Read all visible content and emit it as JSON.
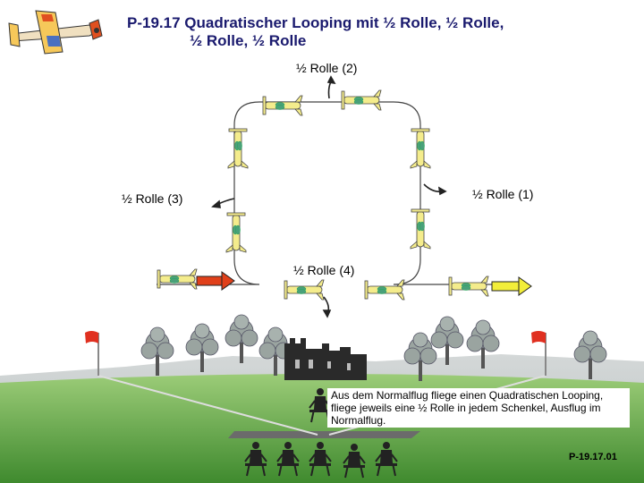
{
  "title": {
    "line1": "P-19.17 Quadratischer Looping mit ½ Rolle, ½ Rolle,",
    "line2": "½ Rolle, ½ Rolle"
  },
  "labels": {
    "roll1": "½ Rolle (1)",
    "roll2": "½ Rolle (2)",
    "roll3": "½ Rolle (3)",
    "roll4": "½ Rolle (4)"
  },
  "description": "Aus dem Normalflug fliege einen Quadratischen Looping, fliege jeweils eine ½ Rolle in jedem Schenkel, Ausflug im Normalflug.",
  "figure_code": "P-19.17.01",
  "colors": {
    "entry_arrow": "#e0401a",
    "exit_arrow": "#f2ee3a",
    "plane": "#f4ec8c",
    "grass": "#6ea84a",
    "sky_ground": "#c8dcc0",
    "flag": "#e03020"
  },
  "icons": [
    "aircraft-logo-icon",
    "plane-icon",
    "arrow-icon",
    "flag-icon",
    "tree-icon",
    "castle-icon",
    "spectator-icon"
  ]
}
